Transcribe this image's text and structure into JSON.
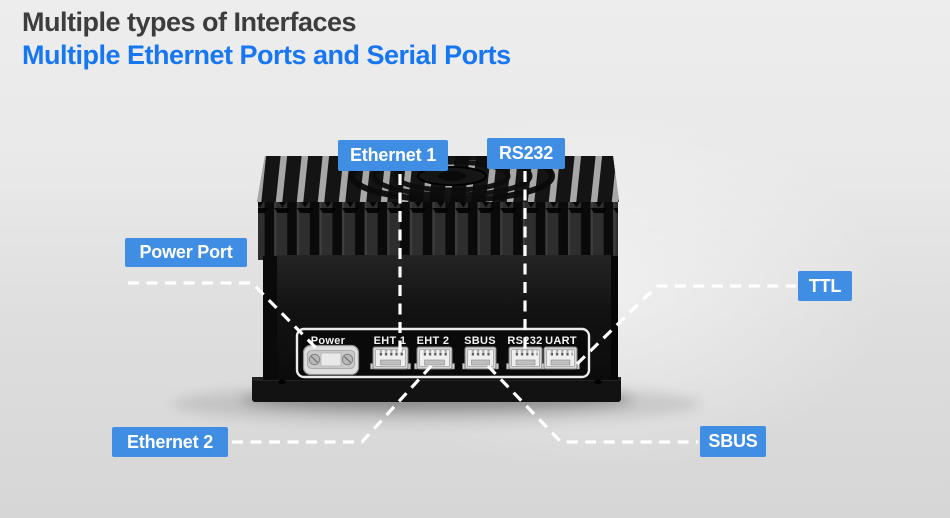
{
  "header": {
    "title": "Multiple types of Interfaces",
    "subtitle": "Multiple Ethernet Ports and Serial Ports"
  },
  "callouts": [
    {
      "id": "ethernet-1",
      "label": "Ethernet 1"
    },
    {
      "id": "rs232",
      "label": "RS232"
    },
    {
      "id": "power-port",
      "label": "Power Port"
    },
    {
      "id": "ttl",
      "label": "TTL"
    },
    {
      "id": "ethernet-2",
      "label": "Ethernet 2"
    },
    {
      "id": "sbus",
      "label": "SBUS"
    }
  ],
  "device": {
    "panel_ports": [
      {
        "name": "Power"
      },
      {
        "name": "EHT 1"
      },
      {
        "name": "EHT 2"
      },
      {
        "name": "SBUS"
      },
      {
        "name": "RS232"
      },
      {
        "name": "UART"
      }
    ]
  },
  "colors": {
    "badge-bg": "#3F8EE3",
    "badge-text": "#FFFFFF",
    "title-color": "#3D3D3D",
    "subtitle-color": "#1777F2",
    "line-color": "#FFFFFF"
  }
}
